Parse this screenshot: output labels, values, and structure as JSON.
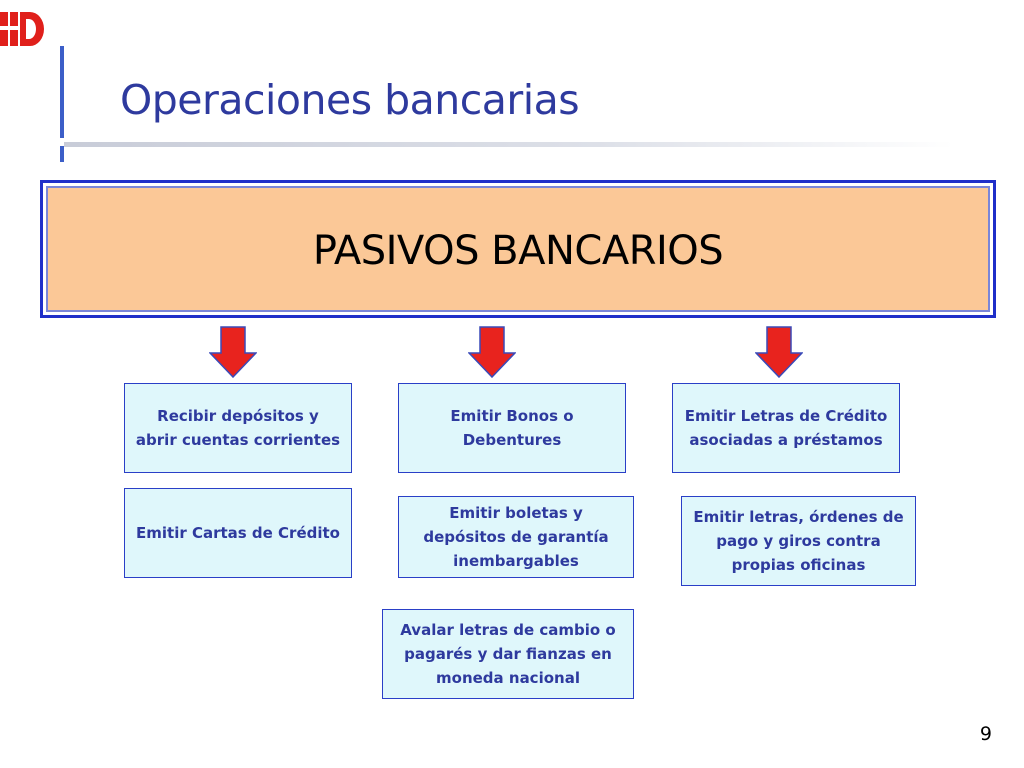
{
  "slide": {
    "title": "Operaciones bancarias",
    "page_number": "9"
  },
  "main_box": {
    "label": "PASIVOS BANCARIOS",
    "fill_color": "#fbc897",
    "border_color": "#1f2fc9"
  },
  "operations": [
    {
      "label": "Recibir depósitos y abrir cuentas corrientes"
    },
    {
      "label": "Emitir Bonos o Debentures"
    },
    {
      "label": "Emitir Letras de Crédito asociadas a préstamos"
    },
    {
      "label": "Emitir Cartas de Crédito"
    },
    {
      "label": "Emitir boletas y depósitos de garantía inembargables"
    },
    {
      "label": "Emitir letras, órdenes de pago y giros contra propias oficinas"
    },
    {
      "label": "Avalar letras de cambio o pagarés y dar fianzas en moneda nacional"
    }
  ],
  "colors": {
    "title": "#2e3a9e",
    "box_fill": "#dff7fb",
    "box_border": "#2a3fc7",
    "arrow": "#e8231e",
    "logo": "#e0201b"
  },
  "icons": {
    "logo": "institution-logo-icon",
    "arrow": "down-arrow-icon"
  }
}
